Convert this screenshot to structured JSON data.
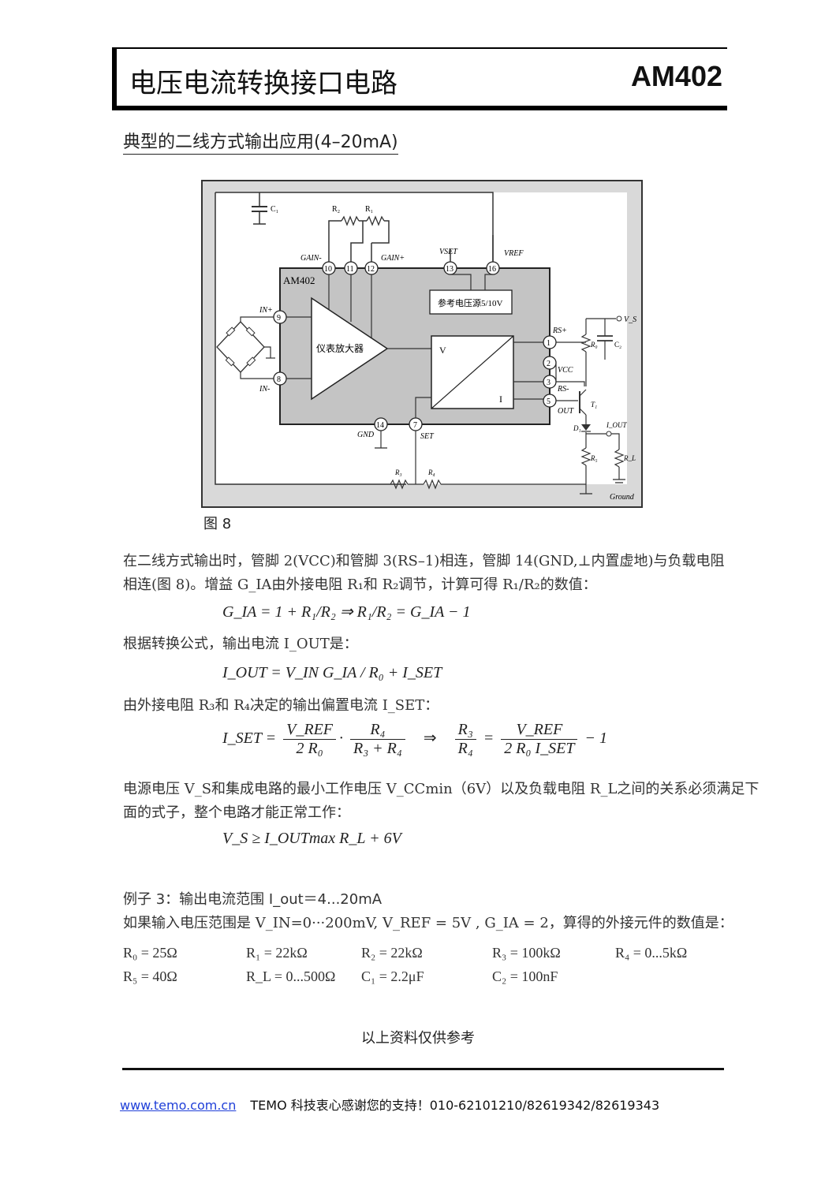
{
  "header": {
    "title": "电压电流转换接口电路",
    "model": "AM402"
  },
  "section_title": "典型的二线方式输出应用(4–20mA)",
  "figure": {
    "caption": "图 8",
    "chip_label": "AM402",
    "amp_label": "仪表放大器",
    "ref_box": "参考电压源5/10V",
    "conv_v": "V",
    "conv_i": "I",
    "pins": {
      "p10": "10",
      "p11": "11",
      "p12": "12",
      "p13": "13",
      "p16": "16",
      "p9": "9",
      "p8": "8",
      "p1": "1",
      "p2": "2",
      "p3": "3",
      "p5": "5",
      "p14": "14",
      "p7": "7"
    },
    "labels": {
      "gain_minus": "GAIN-",
      "gain_plus": "GAIN+",
      "vset": "VSET",
      "vref": "VREF",
      "in_plus": "IN+",
      "in_minus": "IN-",
      "rs_plus": "RS+",
      "vcc": "VCC",
      "rs_minus": "RS-",
      "out": "OUT",
      "gnd": "GND",
      "set": "SET",
      "c1": "C₁",
      "c2": "C₂",
      "r2": "R₂",
      "r1": "R₁",
      "r0": "R₀",
      "t1": "T₁",
      "d1": "D₁",
      "iout": "I_OUT",
      "r3": "R₃",
      "r4": "R₄",
      "r5": "R₅",
      "rl": "R_L",
      "vs": "V_S",
      "ground": "Ground"
    }
  },
  "paragraphs": {
    "p1_line1": "在二线方式输出时，管脚 2(VCC)和管脚 3(RS–1)相连，管脚 14(GND,⊥内置虚地)与负载电阻",
    "p1_line2": "相连(图 8)。增益 G_IA由外接电阻 R₁和 R₂调节，计算可得 R₁/R₂的数值：",
    "p2": "根据转换公式，输出电流 I_OUT是：",
    "p3": "由外接电阻 R₃和 R₄决定的输出偏置电流 I_SET：",
    "p4_line1": "电源电压 V_S和集成电路的最小工作电压 V_CCmin（6V）以及负载电阻 R_L之间的关系必须满足下",
    "p4_line2": "面的式子，整个电路才能正常工作：",
    "example_title": "例子 3：输出电流范围 I_out＝4...20mA",
    "example_line": "如果输入电压范围是 V_IN=0···200mV,  V_REF = 5V ,  G_IA = 2，算得的外接元件的数值是："
  },
  "equations": {
    "eq1": "G_IA = 1 + R₁/R₂   ⇒   R₁/R₂ = G_IA − 1",
    "eq2": "I_OUT = V_IN G_IA / R₀ + I_SET",
    "eq3_lhs": "I_SET =",
    "eq3_f1_num": "V_REF",
    "eq3_f1_den": "2 R₀",
    "eq3_f2_num": "R₄",
    "eq3_f2_den": "R₃ + R₄",
    "eq3_arrow": "⇒",
    "eq3_f3_num": "R₃",
    "eq3_f3_den": "R₄",
    "eq3_eq": "=",
    "eq3_f4_num": "V_REF",
    "eq3_f4_den": "2 R₀ I_SET",
    "eq3_tail": "− 1",
    "eq4": "V_S ≥ I_OUTmax R_L + 6V"
  },
  "components": [
    [
      "R₀ = 25Ω",
      "R₁ = 22kΩ",
      "R₂ = 22kΩ",
      "R₃ = 100kΩ",
      "R₄ = 0...5kΩ"
    ],
    [
      "R₅ = 40Ω",
      "R_L = 0...500Ω",
      "C₁ = 2.2μF",
      "C₂ = 100nF",
      ""
    ]
  ],
  "reference_note": "以上资料仅供参考",
  "footer": {
    "link": "www.temo.com.cn",
    "text": "TEMO 科技衷心感谢您的支持！010-62101210/82619342/82619343"
  }
}
